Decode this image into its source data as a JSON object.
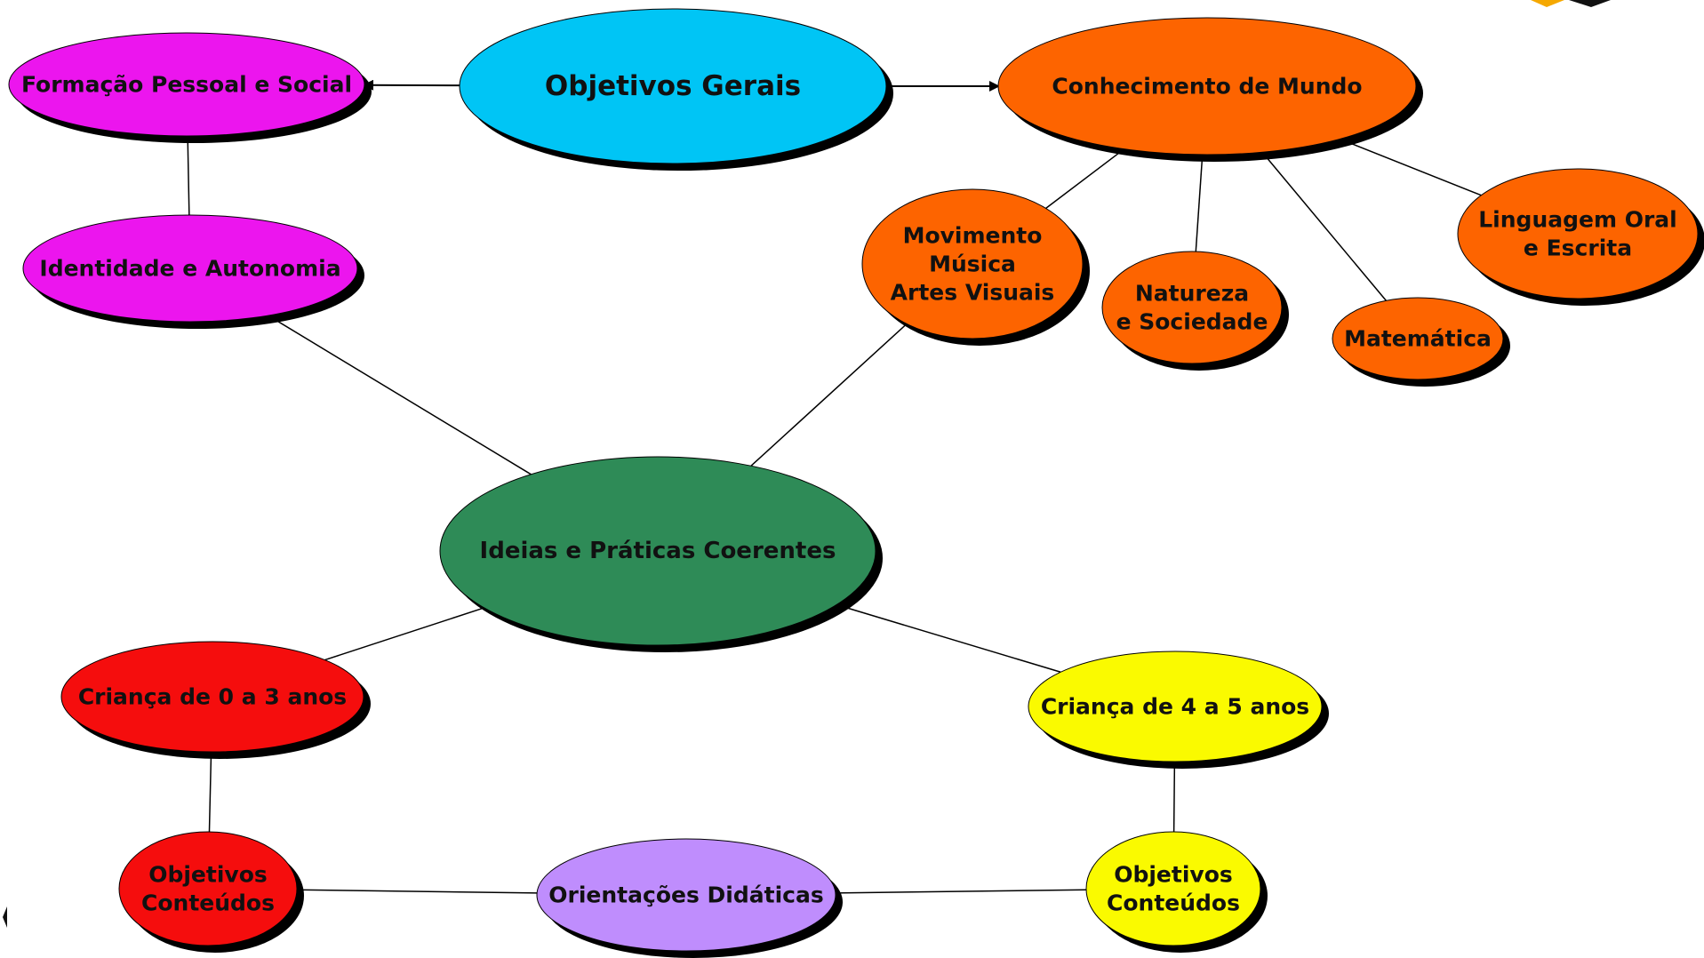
{
  "diagram": {
    "nodes": {
      "objetivos_gerais": {
        "lines": [
          "Objetivos Gerais"
        ],
        "color": "#00c5f5"
      },
      "formacao": {
        "lines": [
          "Formação Pessoal e Social"
        ],
        "color": "#ec15ee"
      },
      "conhecimento": {
        "lines": [
          "Conhecimento de Mundo"
        ],
        "color": "#fd6400"
      },
      "identidade": {
        "lines": [
          "Identidade e Autonomia"
        ],
        "color": "#ec15ee"
      },
      "movimento": {
        "lines": [
          "Movimento",
          "Música",
          "Artes Visuais"
        ],
        "color": "#fd6400"
      },
      "natureza": {
        "lines": [
          "Natureza",
          "e Sociedade"
        ],
        "color": "#fd6400"
      },
      "matematica": {
        "lines": [
          "Matemática"
        ],
        "color": "#fd6400"
      },
      "linguagem": {
        "lines": [
          "Linguagem Oral",
          "e Escrita"
        ],
        "color": "#fd6400"
      },
      "ideias": {
        "lines": [
          "Ideias e Práticas Coerentes"
        ],
        "color": "#2e8b57"
      },
      "crianca03": {
        "lines": [
          "Criança de 0 a 3 anos"
        ],
        "color": "#f50d0d"
      },
      "crianca45": {
        "lines": [
          "Criança de 4 a 5 anos"
        ],
        "color": "#fafa00"
      },
      "obj_left": {
        "lines": [
          "Objetivos",
          "Conteúdos"
        ],
        "color": "#f50d0d"
      },
      "orientacoes": {
        "lines": [
          "Orientações Didáticas"
        ],
        "color": "#bf8dfd"
      },
      "obj_right": {
        "lines": [
          "Objetivos",
          "Conteúdos"
        ],
        "color": "#fafa00"
      }
    },
    "edges": [
      {
        "from": "objetivos_gerais",
        "to": "formacao",
        "arrow": true
      },
      {
        "from": "objetivos_gerais",
        "to": "conhecimento",
        "arrow": true
      },
      {
        "from": "formacao",
        "to": "identidade",
        "arrow": false
      },
      {
        "from": "identidade",
        "to": "ideias",
        "arrow": false
      },
      {
        "from": "conhecimento",
        "to": "movimento",
        "arrow": false
      },
      {
        "from": "conhecimento",
        "to": "natureza",
        "arrow": false
      },
      {
        "from": "conhecimento",
        "to": "matematica",
        "arrow": false
      },
      {
        "from": "conhecimento",
        "to": "linguagem",
        "arrow": false
      },
      {
        "from": "movimento",
        "to": "ideias",
        "arrow": false
      },
      {
        "from": "ideias",
        "to": "crianca03",
        "arrow": false
      },
      {
        "from": "ideias",
        "to": "crianca45",
        "arrow": false
      },
      {
        "from": "crianca03",
        "to": "obj_left",
        "arrow": false
      },
      {
        "from": "crianca45",
        "to": "obj_right",
        "arrow": false
      },
      {
        "from": "obj_left",
        "to": "orientacoes",
        "arrow": false
      },
      {
        "from": "orientacoes",
        "to": "obj_right",
        "arrow": false
      }
    ]
  }
}
